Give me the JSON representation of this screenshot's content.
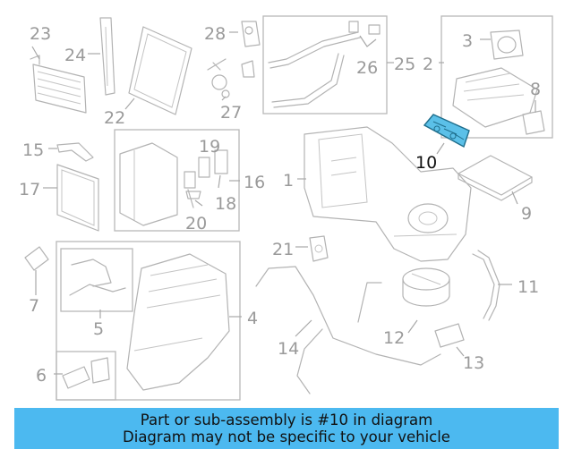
{
  "diagram": {
    "labels": [
      "1",
      "2",
      "3",
      "4",
      "5",
      "6",
      "7",
      "8",
      "9",
      "10",
      "11",
      "12",
      "13",
      "14",
      "15",
      "16",
      "17",
      "18",
      "19",
      "20",
      "21",
      "22",
      "23",
      "24",
      "25",
      "26",
      "27",
      "28"
    ],
    "highlighted_part": "10",
    "colors": {
      "line_art": "#b3b3b3",
      "highlight_fill": "#5bc0e8",
      "highlight_stroke": "#1f6e8c",
      "label_text": "#9a9a9a"
    }
  },
  "banner": {
    "line1": "Part or sub-assembly is #10 in diagram",
    "line2": "Diagram may not be specific to your vehicle",
    "background_color": "#4cb9f0"
  }
}
